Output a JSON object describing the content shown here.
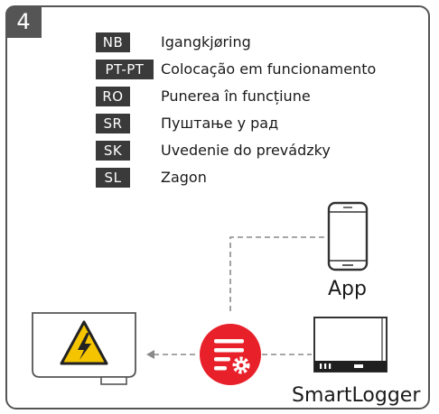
{
  "step": {
    "number": "4"
  },
  "languages": [
    {
      "code": "NB",
      "text": "Igangkjøring"
    },
    {
      "code": "PT-PT",
      "text": "Colocação em funcionamento"
    },
    {
      "code": "RO",
      "text": "Punerea în funcțiune"
    },
    {
      "code": "SR",
      "text": "Пуштање у рад"
    },
    {
      "code": "SK",
      "text": "Uvedenie do prevádzky"
    },
    {
      "code": "SL",
      "text": "Zagon"
    }
  ],
  "diagram": {
    "app_label": "App",
    "smartlogger_label": "SmartLogger",
    "accent_color": "#e8202a",
    "warning_color": "#f5c400"
  }
}
